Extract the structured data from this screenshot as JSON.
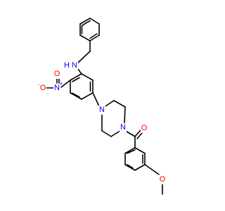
{
  "atom_labels": {
    "nh_n": "N",
    "nh_h": "H",
    "nitro_n": "N",
    "nitro_plus": "+",
    "nitro_o_left": "O",
    "nitro_o_minus": "-",
    "nitro_o_bottom": "O",
    "pip_n_top": "N",
    "pip_n_bottom": "N",
    "carbonyl_o": "O",
    "methoxy_o": "O"
  },
  "colors": {
    "bond": "#000000",
    "nitrogen": "#0000ff",
    "oxygen": "#ff0000",
    "background": "#ffffff"
  }
}
